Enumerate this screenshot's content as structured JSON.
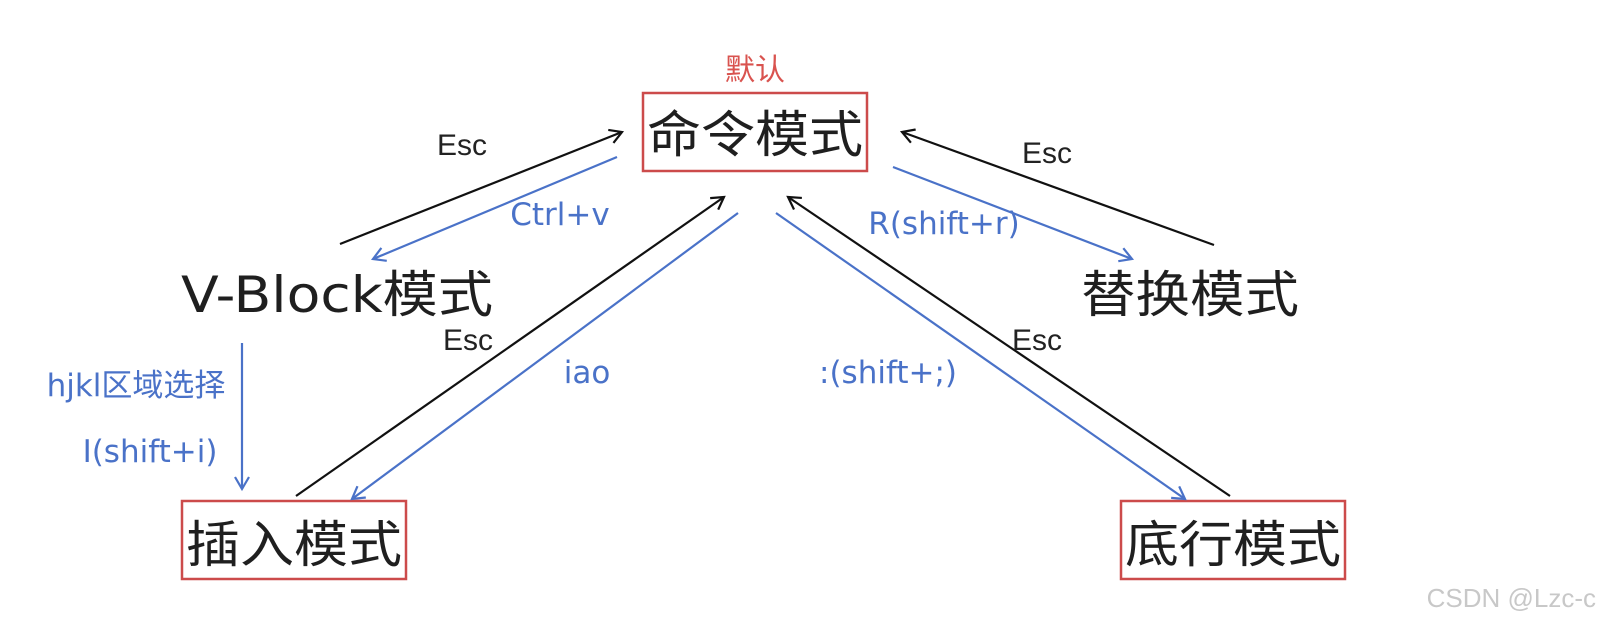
{
  "colors": {
    "box_border": "#cc4b4b",
    "default_label": "#d9534f",
    "blue": "#4a72c8",
    "black": "#111111",
    "watermark": "#c8c8c8"
  },
  "nodes": {
    "command": "命令模式",
    "vblock": "V-Block模式",
    "replace": "替换模式",
    "insert": "插入模式",
    "lastline": "底行模式"
  },
  "default_label": "默认",
  "edges": {
    "vblock_to_command": "Esc",
    "command_to_vblock": "Ctrl+v",
    "replace_to_command": "Esc",
    "command_to_replace": "R(shift+r)",
    "insert_to_command": "Esc",
    "command_to_insert": "iao",
    "lastline_to_command": "Esc",
    "command_to_lastline": ":(shift+;)",
    "vblock_to_insert_1": "hjkl区域选择",
    "vblock_to_insert_2": "I(shift+i)"
  },
  "watermark": "CSDN @Lzc-c"
}
